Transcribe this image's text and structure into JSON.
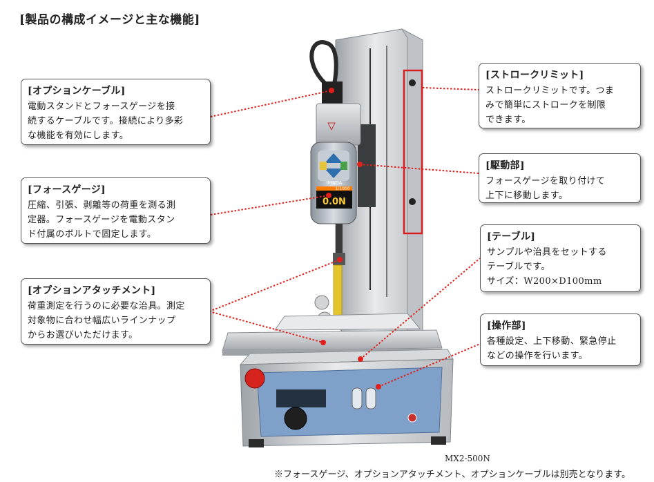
{
  "title": "[製品の構成イメージと主な機能]",
  "callouts": {
    "option_cable": {
      "heading": "[オプションケーブル]",
      "lines": [
        "電動スタンドとフォースゲージを接",
        "続するケーブルです。接続により多彩",
        "な機能を有効にします。"
      ]
    },
    "force_gauge": {
      "heading": "[フォースゲージ]",
      "lines": [
        "圧縮、引張、剥離等の荷重を測る測",
        "定器。フォースゲージを電動スタン",
        "ド付属のボルトで固定します。"
      ]
    },
    "option_attachment": {
      "heading": "[オプションアタッチメント]",
      "lines": [
        "荷重測定を行うのに必要な治具。測定",
        "対象物に合わせ幅広いラインナップ",
        "からお選びいただけます。"
      ]
    },
    "stroke_limit": {
      "heading": "[ストロークリミット]",
      "lines": [
        "ストロークリミットです。つま",
        "みで簡単にストロークを制限",
        "できます。"
      ]
    },
    "drive_unit": {
      "heading": "[駆動部]",
      "lines": [
        "フォースゲージを取り付けて",
        "上下に移動します。"
      ]
    },
    "table": {
      "heading": "[テーブル]",
      "lines": [
        "サンプルや治具をセットする",
        "テーブルです。",
        "サイズ：W200×D100mm"
      ]
    },
    "operation_unit": {
      "heading": "[操作部]",
      "lines": [
        "各種設定、上下移動、緊急停止",
        "などの操作を行います。"
      ]
    }
  },
  "gauge_display": {
    "value": "0.0N",
    "brand": "IMADA",
    "range": "1/1000"
  },
  "model": "MX2-500N",
  "note": "※フォースゲージ、オプションアタッチメント、オプションケーブルは別売となります。",
  "colors": {
    "leader": "#e0201a",
    "frame": "#d81e1e"
  }
}
